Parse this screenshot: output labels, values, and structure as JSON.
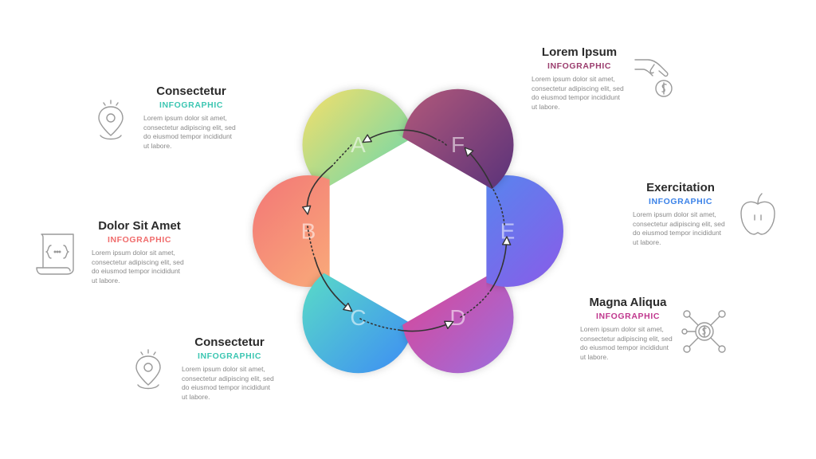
{
  "segments": [
    {
      "letter": "A",
      "title": "Consectetur",
      "subtitle": "INFOGRAPHIC",
      "body": "Lorem ipsum dolor sit amet, consectetur adipiscing elit, sed do eiusmod tempor incididunt ut labore.",
      "color1": "#f5df6a",
      "color2": "#5ed6b2",
      "accent": "#3cc6b2",
      "icon": "location-pin-icon"
    },
    {
      "letter": "B",
      "title": "Dolor Sit Amet",
      "subtitle": "INFOGRAPHIC",
      "body": "Lorem ipsum dolor sit amet, consectetur adipiscing elit, sed do eiusmod tempor incididunt ut labore.",
      "color1": "#f27676",
      "color2": "#fbb47a",
      "accent": "#f06b6b",
      "icon": "code-scroll-icon"
    },
    {
      "letter": "C",
      "title": "Consectetur",
      "subtitle": "INFOGRAPHIC",
      "body": "Lorem ipsum dolor sit amet, consectetur adipiscing elit, sed do eiusmod tempor incididunt ut labore.",
      "color1": "#5be0c4",
      "color2": "#3d8cf5",
      "accent": "#3cc6b2",
      "icon": "location-pin-icon"
    },
    {
      "letter": "D",
      "title": "Magna Aliqua",
      "subtitle": "INFOGRAPHIC",
      "body": "Lorem ipsum dolor sit amet, consectetur adipiscing elit, sed do eiusmod tempor incididunt ut labore.",
      "color1": "#e0428f",
      "color2": "#9b6fe0",
      "accent": "#c0388e",
      "icon": "money-network-icon"
    },
    {
      "letter": "E",
      "title": "Exercitation",
      "subtitle": "INFOGRAPHIC",
      "body": "Lorem ipsum dolor sit amet, consectetur adipiscing elit, sed do eiusmod tempor incididunt ut labore.",
      "color1": "#4f8cf0",
      "color2": "#8a5be8",
      "accent": "#3b82e8",
      "icon": "apple-icon"
    },
    {
      "letter": "F",
      "title": "Lorem Ipsum",
      "subtitle": "INFOGRAPHIC",
      "body": "Lorem ipsum dolor sit amet, consectetur adipiscing elit, sed do eiusmod tempor incididunt ut labore.",
      "color1": "#b3597a",
      "color2": "#55307a",
      "accent": "#9b3d6e",
      "icon": "hand-coin-icon"
    }
  ]
}
